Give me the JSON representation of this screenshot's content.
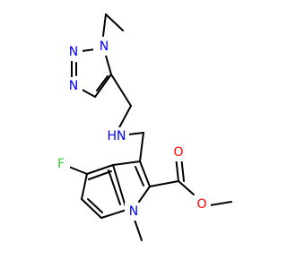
{
  "colors": {
    "bond": "#000000",
    "nitrogen": "#0000ff",
    "oxygen": "#ff0000",
    "fluorine": "#33cc33",
    "carbon": "#000000"
  },
  "atoms": {
    "n_triazole_1": {
      "text": "N",
      "element": "nitrogen"
    },
    "n_triazole_2": {
      "text": "N",
      "element": "nitrogen"
    },
    "n_triazole_3": {
      "text": "N",
      "element": "nitrogen"
    },
    "nh_amine": {
      "text": "HN",
      "element": "nitrogen"
    },
    "f": {
      "text": "F",
      "element": "fluorine"
    },
    "o_carbonyl": {
      "text": "O",
      "element": "oxygen"
    },
    "o_ester": {
      "text": "O",
      "element": "oxygen"
    },
    "n_indole": {
      "text": "N",
      "element": "nitrogen"
    }
  }
}
